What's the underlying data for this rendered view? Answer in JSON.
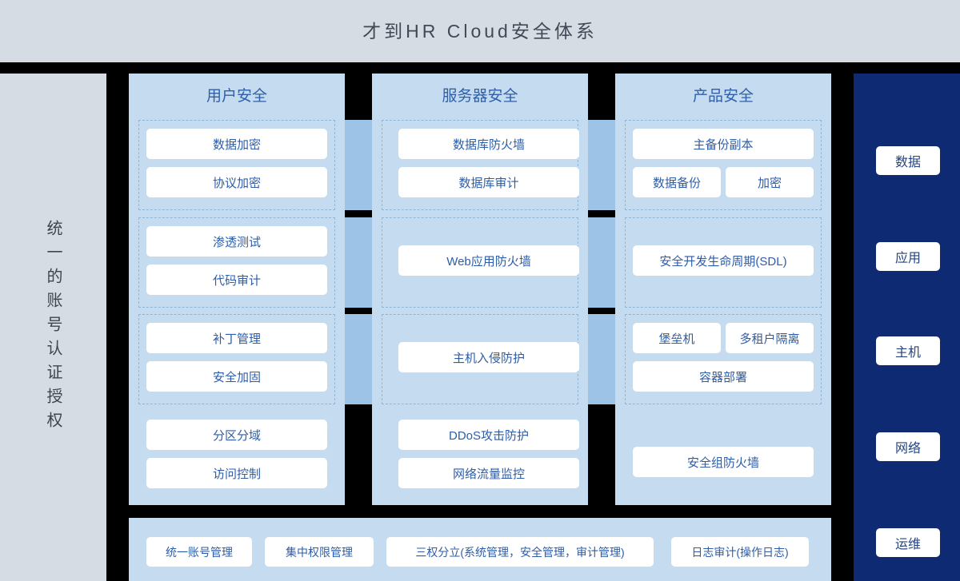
{
  "header": {
    "title": "才到HR Cloud安全体系",
    "background": "#d6dce4",
    "text_color": "#404a56"
  },
  "left_sidebar": {
    "label": "统一的账号认证授权",
    "background": "#d6dce4"
  },
  "right_sidebar": {
    "background": "#0e2a72",
    "items": [
      {
        "label": "数据"
      },
      {
        "label": "应用"
      },
      {
        "label": "主机"
      },
      {
        "label": "网络"
      },
      {
        "label": "运维"
      }
    ]
  },
  "columns": [
    {
      "title": "用户安全",
      "bands": [
        {
          "dashed": true,
          "cells": [
            {
              "label": "数据加密",
              "span": "full"
            },
            {
              "label": "协议加密",
              "span": "full"
            }
          ]
        },
        {
          "dashed": true,
          "cells": [
            {
              "label": "渗透测试",
              "span": "full"
            },
            {
              "label": "代码审计",
              "span": "full"
            }
          ]
        },
        {
          "dashed": true,
          "cells": [
            {
              "label": "补丁管理",
              "span": "full"
            },
            {
              "label": "安全加固",
              "span": "full"
            }
          ]
        },
        {
          "dashed": false,
          "cells": [
            {
              "label": "分区分域",
              "span": "full"
            },
            {
              "label": "访问控制",
              "span": "full"
            }
          ]
        }
      ]
    },
    {
      "title": "服务器安全",
      "bands": [
        {
          "dashed": true,
          "cells": [
            {
              "label": "数据库防火墙",
              "span": "full"
            },
            {
              "label": "数据库审计",
              "span": "full"
            }
          ]
        },
        {
          "dashed": true,
          "cells": [
            {
              "label": "Web应用防火墙",
              "span": "inset-mid"
            }
          ]
        },
        {
          "dashed": true,
          "cells": [
            {
              "label": "主机入侵防护",
              "span": "inset-mid"
            }
          ]
        },
        {
          "dashed": false,
          "cells": [
            {
              "label": "DDoS攻击防护",
              "span": "inset-a"
            },
            {
              "label": "网络流量监控",
              "span": "inset-b"
            }
          ]
        }
      ]
    },
    {
      "title": "产品安全",
      "bands": [
        {
          "dashed": true,
          "cells": [
            {
              "label": "主备份副本",
              "span": "full"
            },
            {
              "label": "数据备份",
              "span": "half-l"
            },
            {
              "label": "加密",
              "span": "half-r"
            }
          ]
        },
        {
          "dashed": true,
          "cells": [
            {
              "label": "安全开发生命周期(SDL)",
              "span": "mid"
            }
          ]
        },
        {
          "dashed": true,
          "cells": [
            {
              "label": "堡垒机",
              "span": "half-l"
            },
            {
              "label": "多租户隔离",
              "span": "half-r"
            },
            {
              "label": "容器部署",
              "span": "full-b"
            }
          ]
        },
        {
          "dashed": false,
          "cells": [
            {
              "label": "安全组防火墙",
              "span": "mid"
            }
          ]
        }
      ]
    }
  ],
  "bottom_bar": {
    "background": "#c5dbf0",
    "items": [
      {
        "label": "统一账号管理"
      },
      {
        "label": "集中权限管理"
      },
      {
        "label": "三权分立(系统管理，安全管理，审计管理)"
      },
      {
        "label": "日志审计(操作日志)"
      }
    ]
  },
  "theme": {
    "column_bg": "#c5dbf0",
    "band_strip": "#9dc3e6",
    "cell_bg": "#ffffff",
    "cell_text": "#2d5da8",
    "column_title": "#2e5fa8",
    "dashed_border": "#8fb5d8",
    "page_bg": "#000000"
  }
}
